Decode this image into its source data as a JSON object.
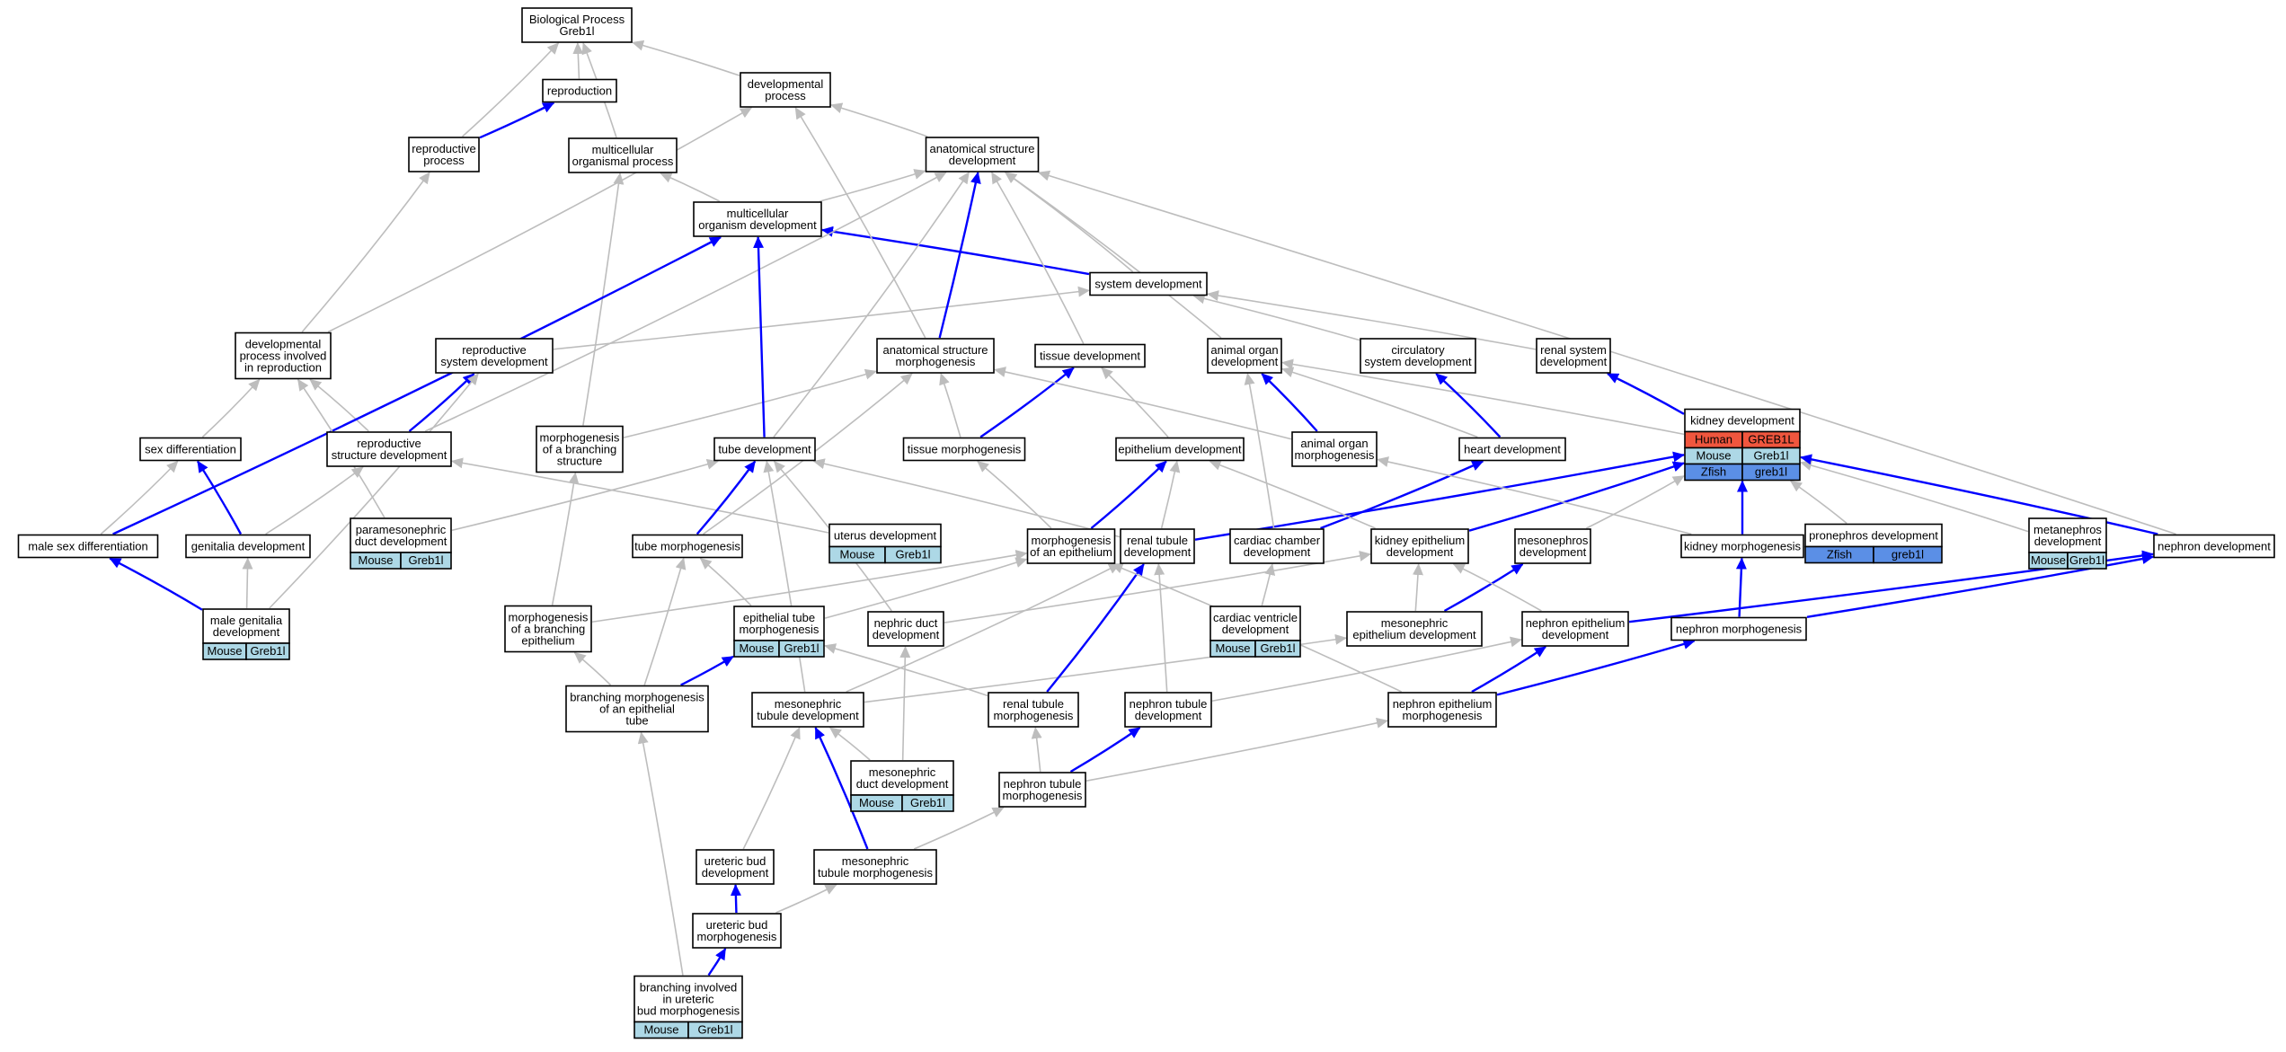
{
  "colors": {
    "edge_gray": "#bdbdbd",
    "edge_blue": "#0000ff",
    "human": "#f0563e",
    "mouse": "#add8e6",
    "zfish": "#5b8fe6"
  },
  "nodes": [
    {
      "id": "bp",
      "label": "Biological Process\nGreb1l"
    },
    {
      "id": "repro",
      "label": "reproduction"
    },
    {
      "id": "devproc",
      "label": "developmental\nprocess"
    },
    {
      "id": "reproproc",
      "label": "reproductive\nprocess"
    },
    {
      "id": "mcop",
      "label": "multicellular\norganismal process"
    },
    {
      "id": "asd",
      "label": "anatomical structure\ndevelopment"
    },
    {
      "id": "mcod",
      "label": "multicellular\norganism development"
    },
    {
      "id": "sysdev",
      "label": "system development"
    },
    {
      "id": "dpir",
      "label": "developmental\nprocess involved\nin reproduction"
    },
    {
      "id": "rsd",
      "label": "reproductive\nsystem development"
    },
    {
      "id": "asm",
      "label": "anatomical structure\nmorphogenesis"
    },
    {
      "id": "tisdev",
      "label": "tissue development"
    },
    {
      "id": "aod",
      "label": "animal organ\ndevelopment"
    },
    {
      "id": "csd",
      "label": "circulatory\nsystem development"
    },
    {
      "id": "rensys",
      "label": "renal system\ndevelopment"
    },
    {
      "id": "kidneydev",
      "label": "kidney development",
      "genes": [
        {
          "species": "Human",
          "gene": "GREB1L"
        },
        {
          "species": "Mouse",
          "gene": "Greb1l"
        },
        {
          "species": "Zfish",
          "gene": "greb1l"
        }
      ]
    },
    {
      "id": "sexdiff",
      "label": "sex differentiation"
    },
    {
      "id": "rstrucdev",
      "label": "reproductive\nstructure development"
    },
    {
      "id": "mbs",
      "label": "morphogenesis\nof a branching\nstructure"
    },
    {
      "id": "tubedev",
      "label": "tube development"
    },
    {
      "id": "tismorph",
      "label": "tissue morphogenesis"
    },
    {
      "id": "epidev",
      "label": "epithelium development"
    },
    {
      "id": "aom",
      "label": "animal organ\nmorphogenesis"
    },
    {
      "id": "heartdev",
      "label": "heart development"
    },
    {
      "id": "msd",
      "label": "male sex differentiation"
    },
    {
      "id": "genitdev",
      "label": "genitalia development"
    },
    {
      "id": "paradd",
      "label": "paramesonephric\nduct development",
      "genes": [
        {
          "species": "Mouse",
          "gene": "Greb1l"
        }
      ]
    },
    {
      "id": "uterus",
      "label": "uterus development",
      "genes": [
        {
          "species": "Mouse",
          "gene": "Greb1l"
        }
      ]
    },
    {
      "id": "tubemorph",
      "label": "tube morphogenesis"
    },
    {
      "id": "moae",
      "label": "morphogenesis\nof an epithelium"
    },
    {
      "id": "rtd",
      "label": "renal tubule\ndevelopment"
    },
    {
      "id": "ccd",
      "label": "cardiac chamber\ndevelopment"
    },
    {
      "id": "ked",
      "label": "kidney epithelium\ndevelopment"
    },
    {
      "id": "mesodev",
      "label": "mesonephros\ndevelopment"
    },
    {
      "id": "kidmorph",
      "label": "kidney morphogenesis"
    },
    {
      "id": "pronephros",
      "label": "pronephros development",
      "genes": [
        {
          "species": "Zfish",
          "gene": "greb1l"
        }
      ]
    },
    {
      "id": "metanephros",
      "label": "metanephros\ndevelopment",
      "genes": [
        {
          "species": "Mouse",
          "gene": "Greb1l"
        }
      ]
    },
    {
      "id": "nephdev",
      "label": "nephron development"
    },
    {
      "id": "mgd",
      "label": "male genitalia\ndevelopment",
      "genes": [
        {
          "species": "Mouse",
          "gene": "Greb1l"
        }
      ]
    },
    {
      "id": "mobe",
      "label": "morphogenesis\nof a branching\nepithelium"
    },
    {
      "id": "etm",
      "label": "epithelial tube\nmorphogenesis",
      "genes": [
        {
          "species": "Mouse",
          "gene": "Greb1l"
        }
      ]
    },
    {
      "id": "ndd",
      "label": "nephric duct\ndevelopment"
    },
    {
      "id": "cvd",
      "label": "cardiac ventricle\ndevelopment",
      "genes": [
        {
          "species": "Mouse",
          "gene": "Greb1l"
        }
      ]
    },
    {
      "id": "med",
      "label": "mesonephric\nepithelium development"
    },
    {
      "id": "ned",
      "label": "nephron epithelium\ndevelopment"
    },
    {
      "id": "nephmorph",
      "label": "nephron morphogenesis"
    },
    {
      "id": "bmoet",
      "label": "branching morphogenesis\nof an epithelial\ntube"
    },
    {
      "id": "mtd",
      "label": "mesonephric\ntubule development"
    },
    {
      "id": "rtm",
      "label": "renal tubule\nmorphogenesis"
    },
    {
      "id": "ntd",
      "label": "nephron tubule\ndevelopment"
    },
    {
      "id": "nem",
      "label": "nephron epithelium\nmorphogenesis"
    },
    {
      "id": "mdd",
      "label": "mesonephric\nduct development",
      "genes": [
        {
          "species": "Mouse",
          "gene": "Greb1l"
        }
      ]
    },
    {
      "id": "ntm",
      "label": "nephron tubule\nmorphogenesis"
    },
    {
      "id": "ubd",
      "label": "ureteric bud\ndevelopment"
    },
    {
      "id": "mtm",
      "label": "mesonephric\ntubule morphogenesis"
    },
    {
      "id": "ubm",
      "label": "ureteric bud\nmorphogenesis"
    },
    {
      "id": "biubm",
      "label": "branching involved\nin ureteric\nbud morphogenesis",
      "genes": [
        {
          "species": "Mouse",
          "gene": "Greb1l"
        }
      ]
    }
  ],
  "edges": [
    [
      "repro",
      "bp",
      "g"
    ],
    [
      "devproc",
      "bp",
      "g"
    ],
    [
      "reproproc",
      "bp",
      "g"
    ],
    [
      "mcop",
      "bp",
      "g"
    ],
    [
      "reproproc",
      "repro",
      "b"
    ],
    [
      "asd",
      "devproc",
      "g"
    ],
    [
      "mcod",
      "mcop",
      "g"
    ],
    [
      "mcod",
      "asd",
      "g"
    ],
    [
      "sysdev",
      "asd",
      "g"
    ],
    [
      "sysdev",
      "mcod",
      "b"
    ],
    [
      "dpir",
      "reproproc",
      "g"
    ],
    [
      "dpir",
      "devproc",
      "g"
    ],
    [
      "rsd",
      "sysdev",
      "g"
    ],
    [
      "asm",
      "asd",
      "b"
    ],
    [
      "asm",
      "devproc",
      "g"
    ],
    [
      "tisdev",
      "asd",
      "g"
    ],
    [
      "aod",
      "asd",
      "g"
    ],
    [
      "csd",
      "sysdev",
      "g"
    ],
    [
      "rensys",
      "sysdev",
      "g"
    ],
    [
      "kidneydev",
      "rensys",
      "b"
    ],
    [
      "kidneydev",
      "aod",
      "g"
    ],
    [
      "nephdev",
      "asd",
      "g"
    ],
    [
      "sexdiff",
      "dpir",
      "g"
    ],
    [
      "rstrucdev",
      "rsd",
      "b"
    ],
    [
      "rstrucdev",
      "dpir",
      "g"
    ],
    [
      "rstrucdev",
      "asd",
      "g"
    ],
    [
      "mbs",
      "asm",
      "g"
    ],
    [
      "mbs",
      "mcop",
      "g"
    ],
    [
      "tubedev",
      "mcod",
      "b"
    ],
    [
      "tubedev",
      "asd",
      "g"
    ],
    [
      "tismorph",
      "tisdev",
      "b"
    ],
    [
      "tismorph",
      "asm",
      "g"
    ],
    [
      "epidev",
      "tisdev",
      "g"
    ],
    [
      "aom",
      "aod",
      "b"
    ],
    [
      "aom",
      "asm",
      "g"
    ],
    [
      "heartdev",
      "csd",
      "b"
    ],
    [
      "heartdev",
      "aod",
      "g"
    ],
    [
      "msd",
      "mcod",
      "b"
    ],
    [
      "msd",
      "sexdiff",
      "g"
    ],
    [
      "genitdev",
      "sexdiff",
      "b"
    ],
    [
      "genitdev",
      "rstrucdev",
      "g"
    ],
    [
      "paradd",
      "dpir",
      "g"
    ],
    [
      "paradd",
      "tubedev",
      "g"
    ],
    [
      "uterus",
      "rstrucdev",
      "g"
    ],
    [
      "tubemorph",
      "tubedev",
      "b"
    ],
    [
      "tubemorph",
      "asm",
      "g"
    ],
    [
      "moae",
      "tismorph",
      "g"
    ],
    [
      "moae",
      "epidev",
      "b"
    ],
    [
      "rtd",
      "tubedev",
      "g"
    ],
    [
      "rtd",
      "epidev",
      "g"
    ],
    [
      "rtd",
      "kidneydev",
      "b"
    ],
    [
      "ccd",
      "heartdev",
      "b"
    ],
    [
      "ccd",
      "aod",
      "g"
    ],
    [
      "ked",
      "epidev",
      "g"
    ],
    [
      "ked",
      "kidneydev",
      "b"
    ],
    [
      "mesodev",
      "kidneydev",
      "g"
    ],
    [
      "kidmorph",
      "kidneydev",
      "b"
    ],
    [
      "kidmorph",
      "aom",
      "g"
    ],
    [
      "pronephros",
      "kidneydev",
      "g"
    ],
    [
      "metanephros",
      "kidneydev",
      "g"
    ],
    [
      "nephdev",
      "kidneydev",
      "b"
    ],
    [
      "mgd",
      "msd",
      "b"
    ],
    [
      "mgd",
      "genitdev",
      "g"
    ],
    [
      "mgd",
      "rsd",
      "g"
    ],
    [
      "mobe",
      "mbs",
      "g"
    ],
    [
      "mobe",
      "moae",
      "g"
    ],
    [
      "etm",
      "tubemorph",
      "g"
    ],
    [
      "etm",
      "moae",
      "g"
    ],
    [
      "ndd",
      "ked",
      "g"
    ],
    [
      "ndd",
      "tubedev",
      "g"
    ],
    [
      "cvd",
      "ccd",
      "g"
    ],
    [
      "med",
      "mesodev",
      "b"
    ],
    [
      "med",
      "ked",
      "g"
    ],
    [
      "ned",
      "nephdev",
      "b"
    ],
    [
      "ned",
      "ked",
      "g"
    ],
    [
      "nephmorph",
      "kidmorph",
      "b"
    ],
    [
      "nephmorph",
      "nephdev",
      "b"
    ],
    [
      "bmoet",
      "etm",
      "b"
    ],
    [
      "bmoet",
      "mobe",
      "g"
    ],
    [
      "bmoet",
      "tubemorph",
      "g"
    ],
    [
      "mtd",
      "rtd",
      "g"
    ],
    [
      "mtd",
      "med",
      "g"
    ],
    [
      "mtd",
      "tubedev",
      "g"
    ],
    [
      "rtm",
      "rtd",
      "b"
    ],
    [
      "rtm",
      "etm",
      "g"
    ],
    [
      "ntd",
      "rtd",
      "g"
    ],
    [
      "ntd",
      "ned",
      "g"
    ],
    [
      "nem",
      "ned",
      "b"
    ],
    [
      "nem",
      "nephmorph",
      "b"
    ],
    [
      "nem",
      "moae",
      "g"
    ],
    [
      "mdd",
      "mtd",
      "g"
    ],
    [
      "mdd",
      "ndd",
      "g"
    ],
    [
      "ntm",
      "ntd",
      "b"
    ],
    [
      "ntm",
      "rtm",
      "g"
    ],
    [
      "ntm",
      "nem",
      "g"
    ],
    [
      "ubd",
      "mtd",
      "g"
    ],
    [
      "mtm",
      "mtd",
      "b"
    ],
    [
      "mtm",
      "ntm",
      "g"
    ],
    [
      "ubm",
      "ubd",
      "b"
    ],
    [
      "ubm",
      "mtm",
      "g"
    ],
    [
      "biubm",
      "ubm",
      "b"
    ],
    [
      "biubm",
      "bmoet",
      "g"
    ]
  ]
}
